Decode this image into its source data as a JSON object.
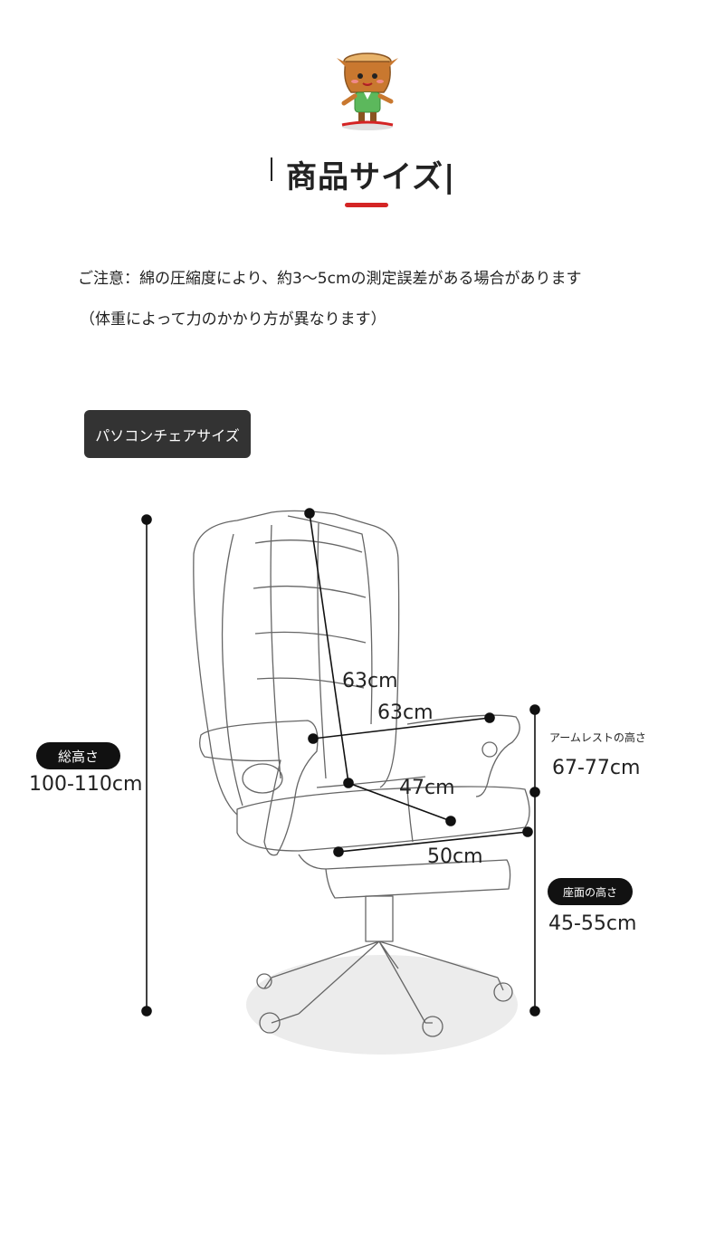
{
  "title": "商品サイズ",
  "notice": {
    "line1": "ご注意：綿の圧縮度により、約3～5cmの測定誤差がある場合があります",
    "line2": "（体重によって力のかかり方が異なります）"
  },
  "section_tag": "パソコンチェアサイズ",
  "dimensions": {
    "total_height_label": "総高さ",
    "total_height_value": "100-110cm",
    "backrest_height": "63cm",
    "seat_width": "63cm",
    "seat_depth": "47cm",
    "base_width": "50cm",
    "armrest_height_label": "アームレストの高さ",
    "armrest_height_value": "67-77cm",
    "seat_height_label": "座面の高さ",
    "seat_height_value": "45-55cm"
  },
  "colors": {
    "accent": "#d42424",
    "tag_bg": "#333333",
    "line": "#111111"
  }
}
